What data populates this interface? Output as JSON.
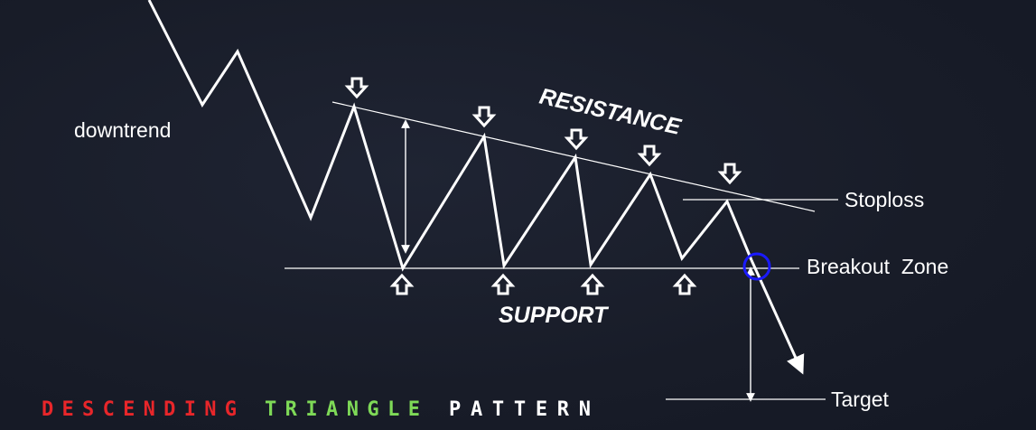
{
  "labels": {
    "downtrend": "downtrend",
    "resistance": "RESISTANCE",
    "support": "SUPPORT",
    "stoploss": "Stoploss",
    "breakout_zone": "Breakout  Zone",
    "target": "Target"
  },
  "title": {
    "word1": "DESCENDING",
    "word2": "TRIANGLE",
    "word3": "PATTERN"
  },
  "colors": {
    "background": "#181c28",
    "line": "#ffffff",
    "title_word1": "#e8262a",
    "title_word2": "#7ed957",
    "title_word3": "#ffffff",
    "breakout_circle": "#1a1aff"
  },
  "icons": {
    "resistance_marker": "arrow-down-outline-icon",
    "support_marker": "arrow-up-outline-icon",
    "breakout_marker": "circle-icon",
    "price_direction": "arrowhead-icon"
  }
}
